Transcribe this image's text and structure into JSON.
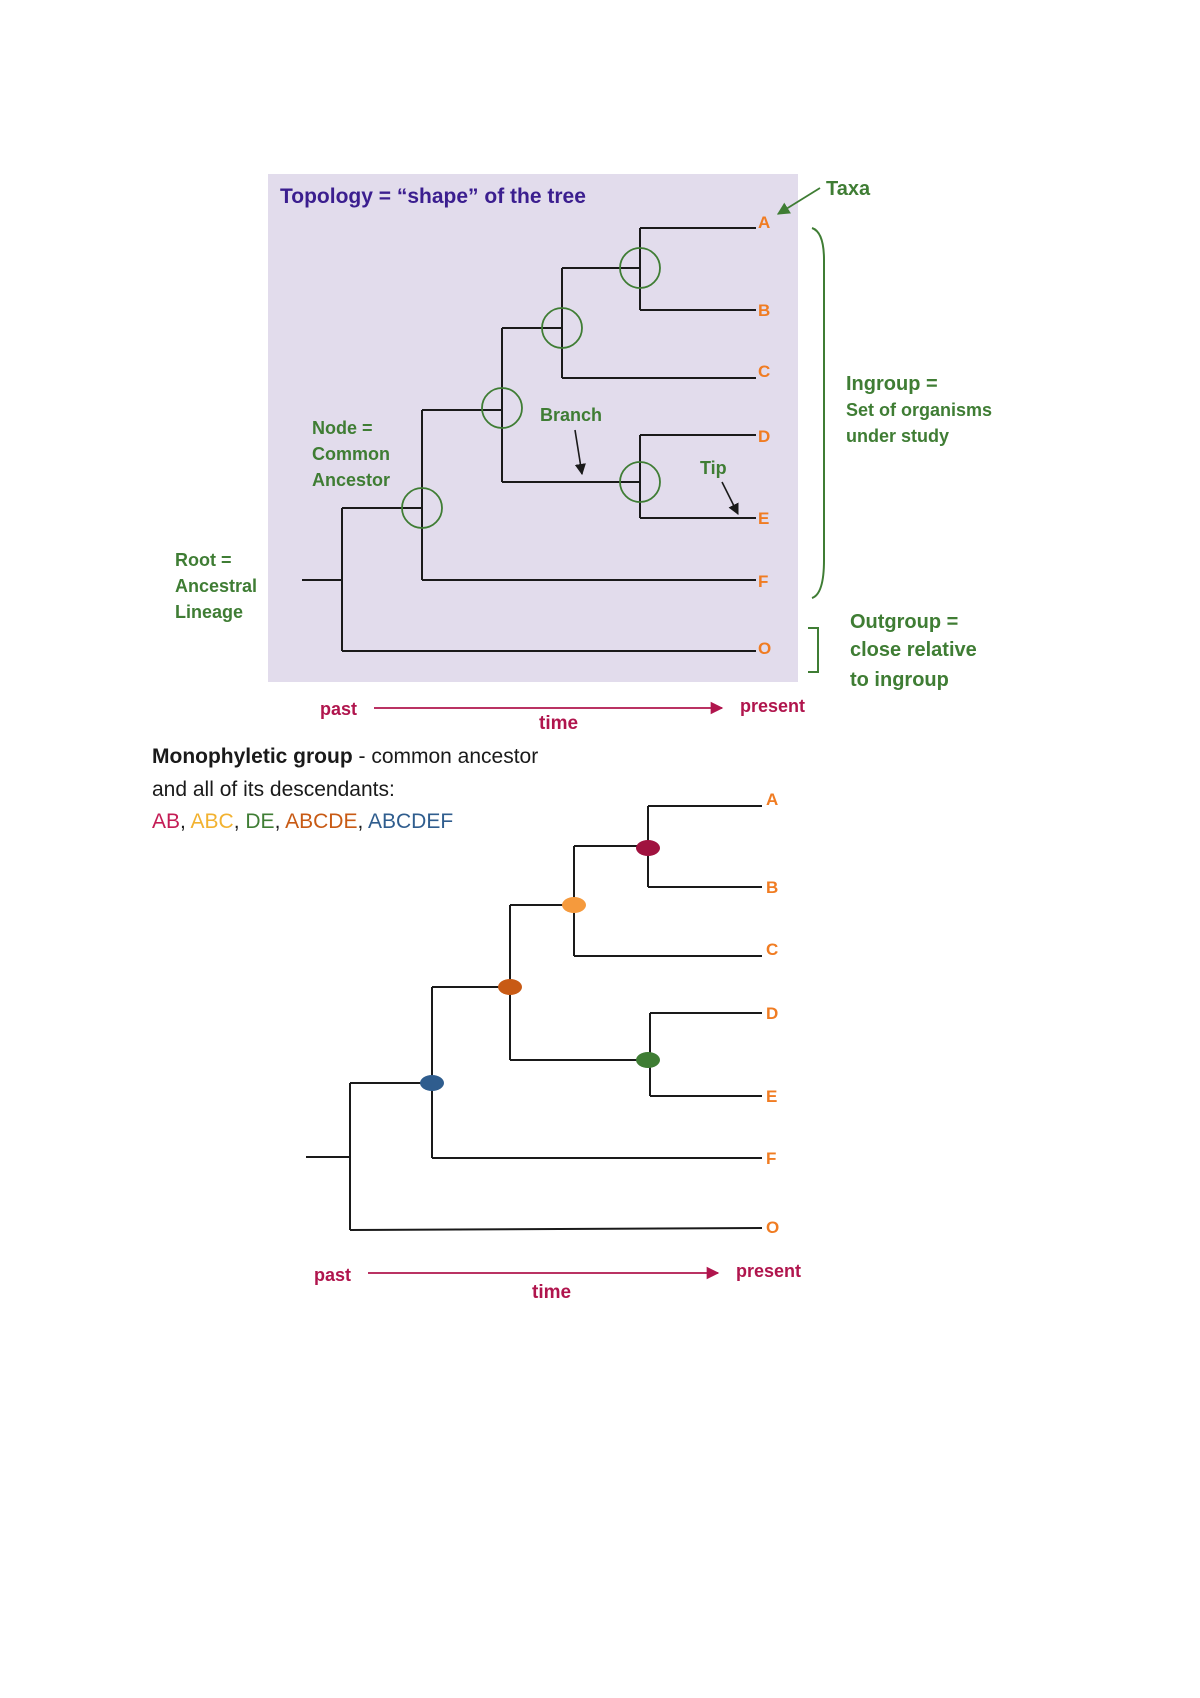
{
  "colors": {
    "panel_bg": "#e2dcec",
    "title": "#3b1e8f",
    "green": "#3f7d34",
    "orange": "#f07c22",
    "time": "#b0154d",
    "black": "#1a1a1a",
    "mono_ab": "#a0123f",
    "mono_abc": "#f59a3d",
    "mono_de": "#3f7d34",
    "mono_abcde": "#c85a14",
    "mono_abcdef": "#2f5d8e",
    "mono_ab_text": "#c41c55",
    "mono_abc_text": "#f2b230"
  },
  "top": {
    "title": "Topology = “shape” of the tree",
    "taxa_label": "Taxa",
    "taxa": [
      "A",
      "B",
      "C",
      "D",
      "E",
      "F",
      "O"
    ],
    "node_label": [
      "Node =",
      "Common",
      "Ancestor"
    ],
    "branch_label": "Branch",
    "tip_label": "Tip",
    "root_label": [
      "Root =",
      "Ancestral",
      "Lineage"
    ],
    "ingroup_label": [
      "Ingroup =",
      "Set of organisms",
      "under study"
    ],
    "outgroup_label": [
      "Outgroup =",
      "close relative",
      "to ingroup"
    ],
    "past": "past",
    "present": "present",
    "time": "time"
  },
  "monophyletic": {
    "heading_bold": "Monophyletic group",
    "heading_rest": " - common ancestor",
    "line2": "and all of its descendants:",
    "groups": [
      {
        "text": "AB",
        "color": "#c41c55"
      },
      {
        "text": ", ",
        "color": "#1a1a1a"
      },
      {
        "text": "ABC",
        "color": "#f2b230"
      },
      {
        "text": ", ",
        "color": "#1a1a1a"
      },
      {
        "text": "DE",
        "color": "#3f7d34"
      },
      {
        "text": ", ",
        "color": "#1a1a1a"
      },
      {
        "text": "ABCDE",
        "color": "#c85a14"
      },
      {
        "text": ", ",
        "color": "#1a1a1a"
      },
      {
        "text": "ABCDEF",
        "color": "#2f5d8e"
      }
    ]
  },
  "bottom": {
    "taxa": [
      "A",
      "B",
      "C",
      "D",
      "E",
      "F",
      "O"
    ],
    "past": "past",
    "present": "present",
    "time": "time"
  }
}
